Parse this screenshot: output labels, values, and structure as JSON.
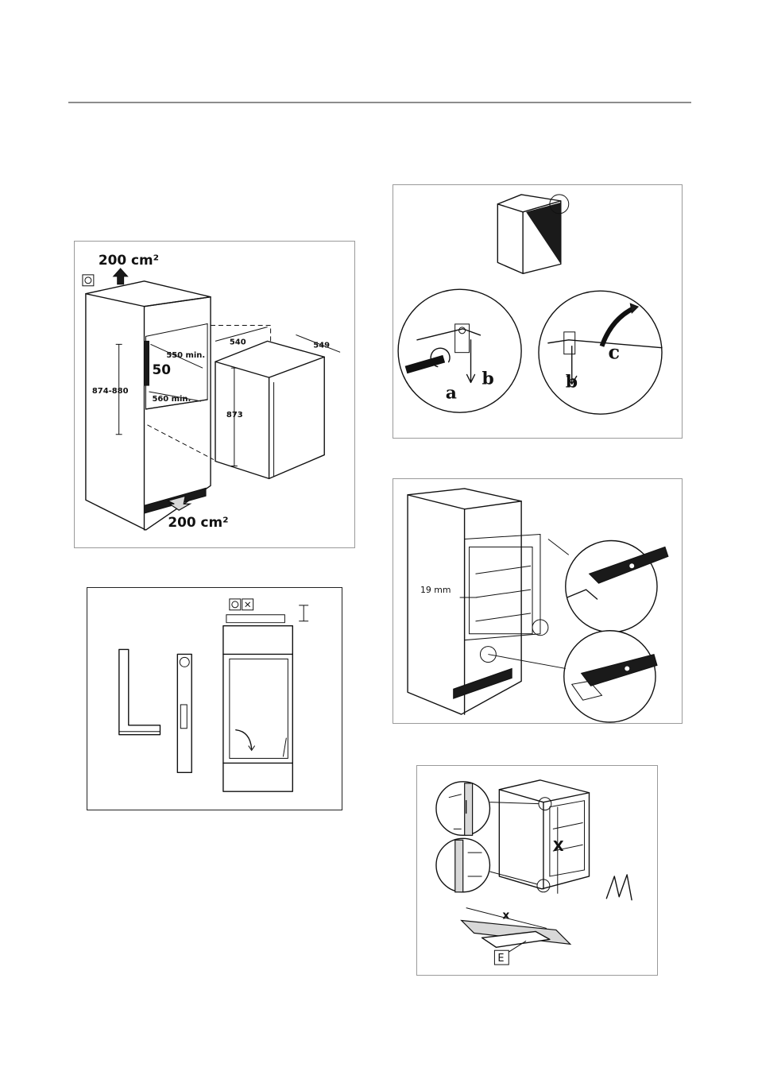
{
  "figures": {
    "installation_dimensions": {
      "vent_top": "200 cm²",
      "vent_bottom": "200 cm²",
      "gap": "50",
      "depth_min_top": "550 min.",
      "depth_min_bottom": "560 min.",
      "niche_height": "874-880",
      "unit_depth": "540",
      "unit_width": "549",
      "unit_height": "873"
    },
    "door_hinge": {
      "step_a": "a",
      "step_b_left": "b",
      "step_b_right": "b",
      "step_c": "c"
    },
    "door_mounting": {
      "distance": "19 mm"
    },
    "door_alignment": {
      "measure_vertical": "X",
      "measure_ruler": "x",
      "part_label": "E"
    }
  }
}
